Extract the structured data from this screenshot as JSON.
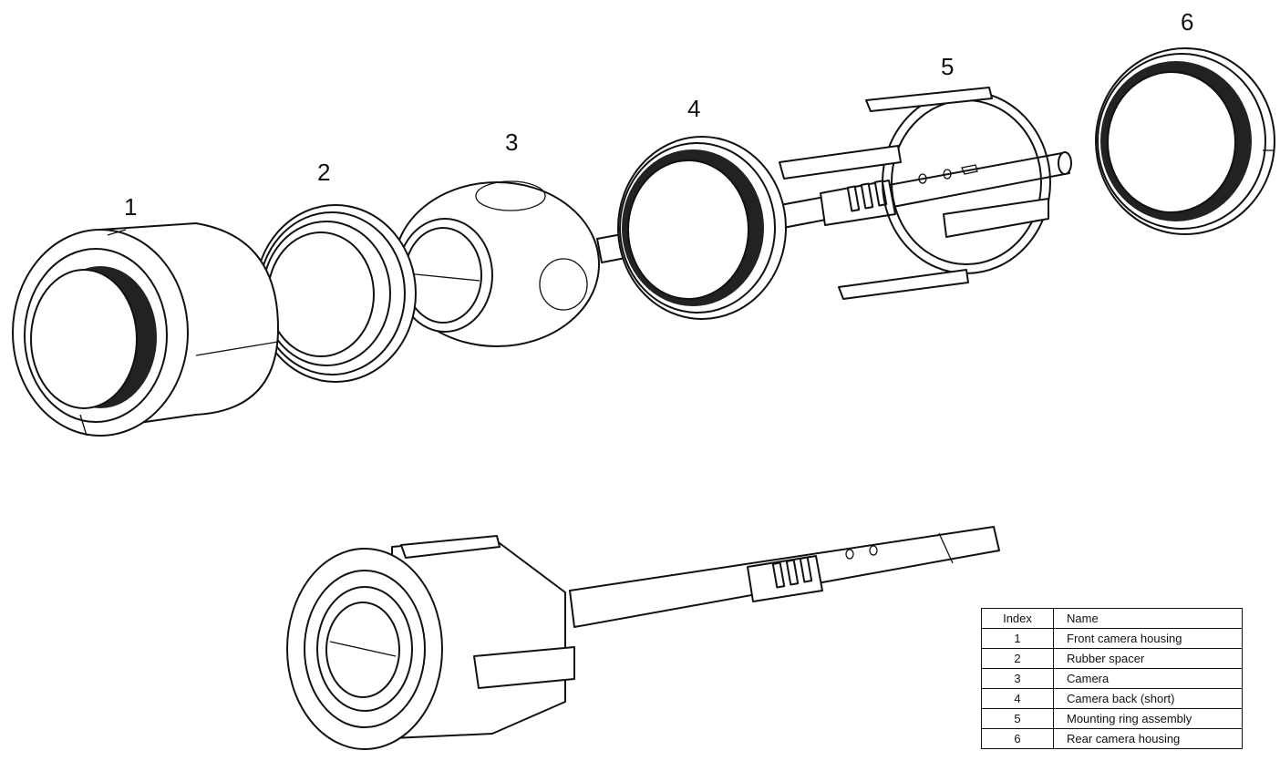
{
  "callouts": [
    "1",
    "2",
    "3",
    "4",
    "5",
    "6"
  ],
  "parts_table": {
    "headers": {
      "index": "Index",
      "name": "Name"
    },
    "rows": [
      {
        "index": "1",
        "name": "Front camera housing"
      },
      {
        "index": "2",
        "name": "Rubber spacer"
      },
      {
        "index": "3",
        "name": "Camera"
      },
      {
        "index": "4",
        "name": "Camera back (short)"
      },
      {
        "index": "5",
        "name": "Mounting ring assembly"
      },
      {
        "index": "6",
        "name": "Rear camera housing"
      }
    ]
  }
}
